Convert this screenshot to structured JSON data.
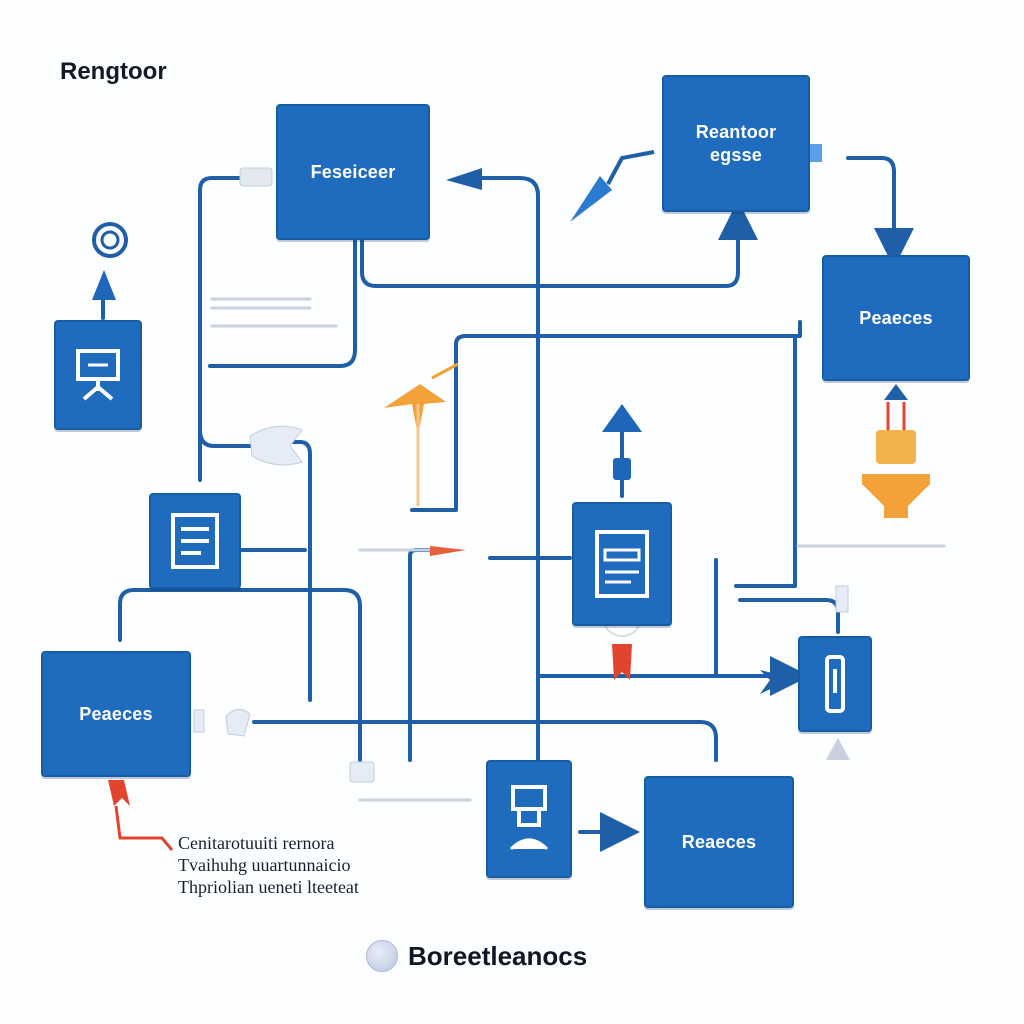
{
  "header": {
    "title": "Rengtoor"
  },
  "boxes": {
    "top_center": {
      "label": "Feseiceer"
    },
    "top_right": {
      "label": "Reantoor\negsse"
    },
    "right_process": {
      "label": "Peaeces"
    },
    "left_process": {
      "label": "Peaeces"
    },
    "bottom_process": {
      "label": "Reaeces"
    }
  },
  "caption": {
    "lines": [
      "Cenitarotuuiti rernora",
      "Tvaihuhg uuartunnaicio",
      "Thpriolian ueneti lteeteat"
    ]
  },
  "legend": {
    "label": "Boreetleanocs"
  },
  "colors": {
    "box_fill": "#1f6bbd",
    "line": "#1e5fa8",
    "accent_orange": "#f2a238",
    "accent_red": "#e2452f",
    "background": "#fdfeff"
  },
  "icons": [
    "monitor-icon",
    "document-icon",
    "form-icon",
    "device-icon",
    "person-icon",
    "gear-icon",
    "arrow-up-icon",
    "arrow-right-icon",
    "arrow-down-icon",
    "funnel-icon"
  ]
}
